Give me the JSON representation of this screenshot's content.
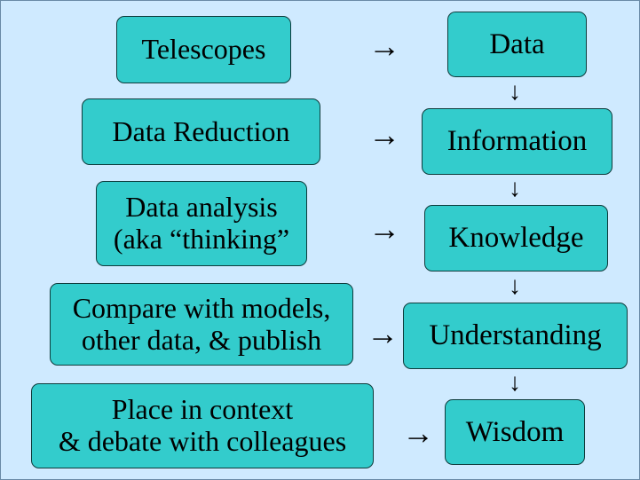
{
  "diagram": {
    "left_boxes": [
      {
        "label": "Telescopes"
      },
      {
        "label": "Data Reduction"
      },
      {
        "label": "Data analysis\n(aka “thinking”"
      },
      {
        "label": "Compare with models,\nother data, & publish"
      },
      {
        "label": "Place in context\n& debate with colleagues"
      }
    ],
    "right_boxes": [
      {
        "label": "Data"
      },
      {
        "label": "Information"
      },
      {
        "label": "Knowledge"
      },
      {
        "label": "Understanding"
      },
      {
        "label": "Wisdom"
      }
    ],
    "right_arrow": "→",
    "down_arrow": "↓"
  }
}
